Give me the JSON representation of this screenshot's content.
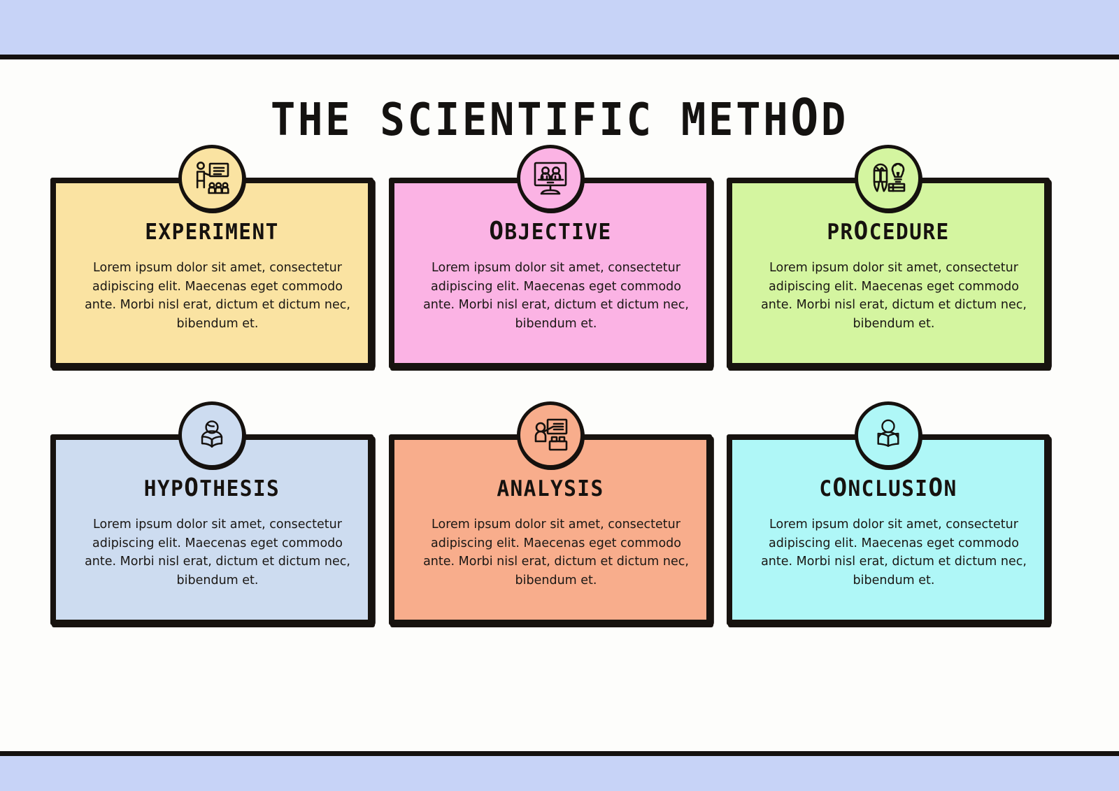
{
  "page": {
    "title": "THE SCIENTIFIC METHOD",
    "band_color": "#c7d3f7",
    "rule_color": "#14110f",
    "canvas_color": "#fdfdfb"
  },
  "cards": [
    {
      "title": "EXPERIMENT",
      "body": "Lorem ipsum dolor sit amet, consectetur adipiscing elit. Maecenas eget commodo ante. Morbi nisl erat, dictum et dictum nec, bibendum et.",
      "color": "#fae3a2",
      "icon": "presenter-whiteboard-audience-icon"
    },
    {
      "title": "OBJECTIVE",
      "body": "Lorem ipsum dolor sit amet, consectetur adipiscing elit. Maecenas eget commodo ante. Morbi nisl erat, dictum et dictum nec, bibendum et.",
      "color": "#fbb3e4",
      "icon": "video-conference-monitor-icon"
    },
    {
      "title": "PROCEDURE",
      "body": "Lorem ipsum dolor sit amet, consectetur adipiscing elit. Maecenas eget commodo ante. Morbi nisl erat, dictum et dictum nec, bibendum et.",
      "color": "#d4f5a0",
      "icon": "books-lightbulb-icon"
    },
    {
      "title": "HYPOTHESIS",
      "body": "Lorem ipsum dolor sit amet, consectetur adipiscing elit. Maecenas eget commodo ante. Morbi nisl erat, dictum et dictum nec, bibendum et.",
      "color": "#cddcf0",
      "icon": "person-reading-open-book-icon"
    },
    {
      "title": "ANALYSIS",
      "body": "Lorem ipsum dolor sit amet, consectetur adipiscing elit. Maecenas eget commodo ante. Morbi nisl erat, dictum et dictum nec, bibendum et.",
      "color": "#f8ad8c",
      "icon": "presentation-board-desk-icon"
    },
    {
      "title": "CONCLUSION",
      "body": "Lorem ipsum dolor sit amet, consectetur adipiscing elit. Maecenas eget commodo ante. Morbi nisl erat, dictum et dictum nec, bibendum et.",
      "color": "#aff7f7",
      "icon": "person-holding-book-icon"
    }
  ]
}
